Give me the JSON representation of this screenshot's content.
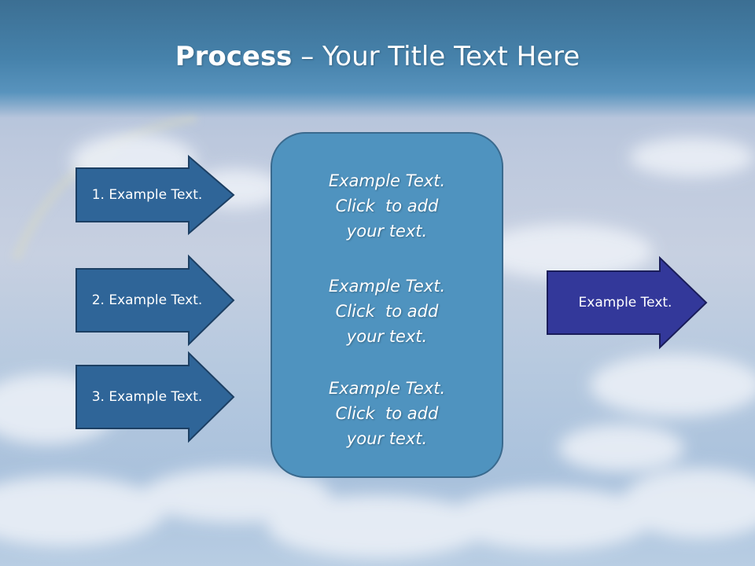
{
  "title": {
    "bold": "Process",
    "rest": " – Your Title Text Here"
  },
  "left_arrows": [
    {
      "label": "1. Example Text."
    },
    {
      "label": "2. Example Text."
    },
    {
      "label": "3. Example Text."
    }
  ],
  "center_box": {
    "items": [
      {
        "lines": [
          "Example Text.",
          "Click  to add",
          "your text."
        ]
      },
      {
        "lines": [
          "Example Text.",
          "Click  to add",
          "your text."
        ]
      },
      {
        "lines": [
          "Example Text.",
          "Click  to add",
          "your text."
        ]
      }
    ]
  },
  "right_arrow": {
    "label": "Example Text."
  },
  "colors": {
    "left_arrow_fill": "#2f6598",
    "left_arrow_stroke": "#1c3f63",
    "right_arrow_fill": "#33389a",
    "right_arrow_stroke": "#1a1d5a",
    "center_box_fill": "#4f93bf",
    "title_bar": "#4682ab"
  }
}
